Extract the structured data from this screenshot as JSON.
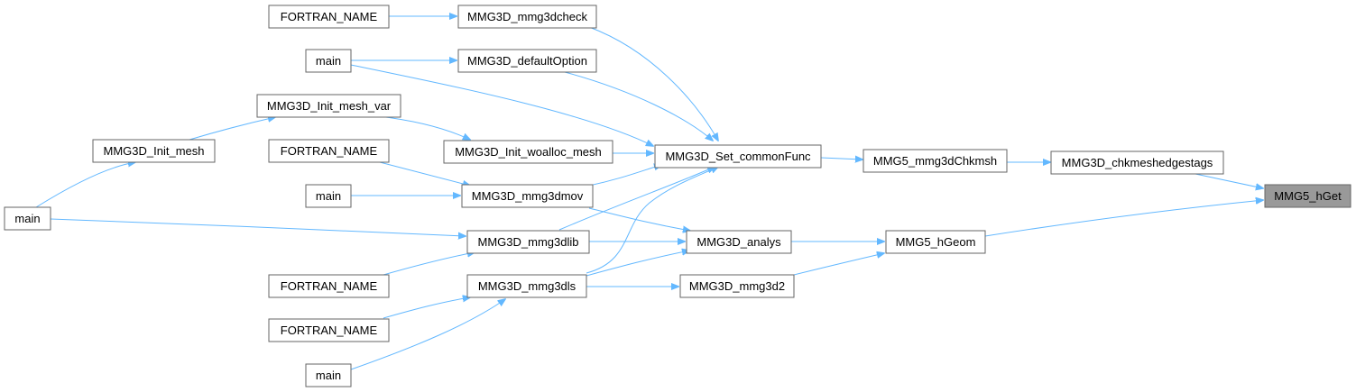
{
  "graph": {
    "nodes": {
      "n_fortran_check": "FORTRAN_NAME",
      "n_mmg3dcheck": "MMG3D_mmg3dcheck",
      "n_main_default": "main",
      "n_defaultoption": "MMG3D_defaultOption",
      "n_init_mesh_var": "MMG3D_Init_mesh_var",
      "n_init_mesh": "MMG3D_Init_mesh",
      "n_fortran_mov": "FORTRAN_NAME",
      "n_init_woalloc": "MMG3D_Init_woalloc_mesh",
      "n_set_common": "MMG3D_Set_commonFunc",
      "n_main_mov": "main",
      "n_mmg3dmov": "MMG3D_mmg3dmov",
      "n_main_left": "main",
      "n_mmg3dlib": "MMG3D_mmg3dlib",
      "n_analys": "MMG3D_analys",
      "n_fortran_lib": "FORTRAN_NAME",
      "n_mmg3dls": "MMG3D_mmg3dls",
      "n_mmg3d2": "MMG3D_mmg3d2",
      "n_fortran_ls": "FORTRAN_NAME",
      "n_main_ls": "main",
      "n_chkmsh": "MMG5_mmg3dChkmsh",
      "n_chkedge": "MMG3D_chkmeshedgestags",
      "n_hgeom": "MMG5_hGeom",
      "n_hget": "MMG5_hGet"
    }
  }
}
